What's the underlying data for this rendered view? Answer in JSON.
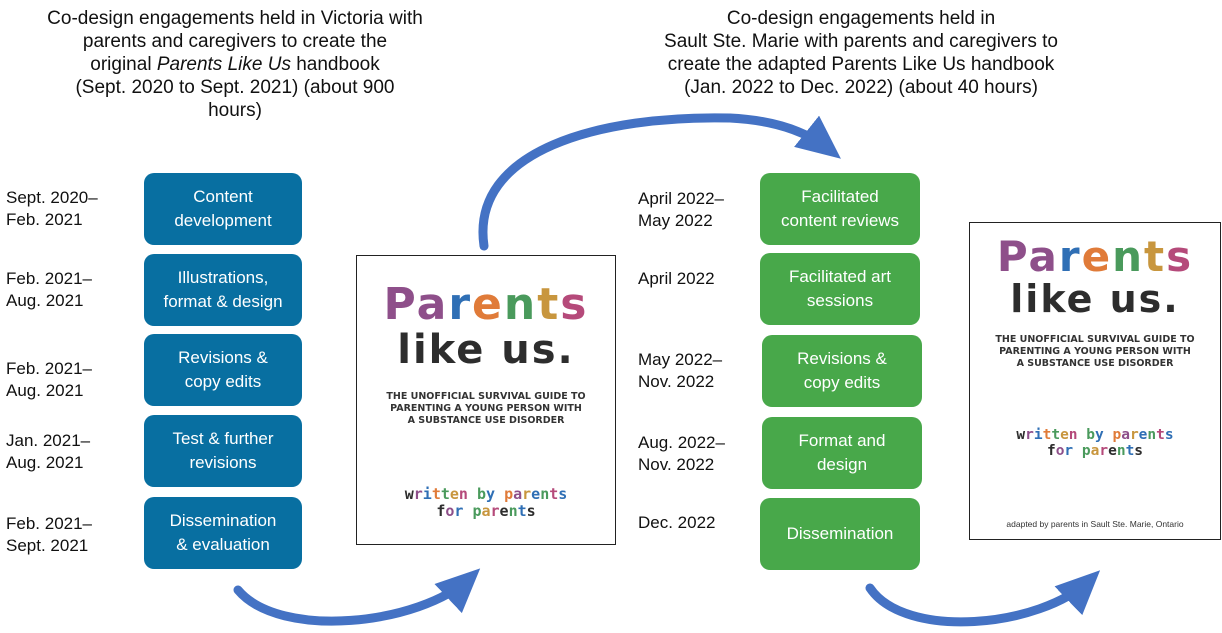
{
  "left_heading": {
    "line1": "Co-design engagements held in Victoria with",
    "line2": "parents and caregivers to create the",
    "line3_pre": "original ",
    "line3_italic": "Parents Like Us",
    "line3_post": " handbook",
    "line4": "(Sept. 2020 to Sept. 2021) (about 900",
    "line5": "hours)"
  },
  "right_heading": {
    "line1": "Co-design engagements held in",
    "line2": "Sault Ste. Marie with parents and caregivers to",
    "line3": "create the adapted Parents Like Us handbook",
    "line4": "(Jan. 2022 to Dec. 2022) (about 40 hours)"
  },
  "left_steps": [
    {
      "date1": "Sept. 2020–",
      "date2": "Feb. 2021",
      "label1": "Content",
      "label2": "development"
    },
    {
      "date1": "Feb. 2021–",
      "date2": "Aug. 2021",
      "label1": "Illustrations,",
      "label2": "format & design"
    },
    {
      "date1": "Feb. 2021–",
      "date2": "Aug. 2021",
      "label1": "Revisions &",
      "label2": "copy edits"
    },
    {
      "date1": "Jan. 2021–",
      "date2": "Aug. 2021",
      "label1": "Test & further",
      "label2": "revisions"
    },
    {
      "date1": "Feb. 2021–",
      "date2": "Sept. 2021",
      "label1": "Dissemination",
      "label2": "& evaluation"
    }
  ],
  "right_steps": [
    {
      "date1": "April 2022–",
      "date2": "May 2022",
      "label1": "Facilitated",
      "label2": "content reviews"
    },
    {
      "date1": "April 2022",
      "date2": "",
      "label1": "Facilitated art",
      "label2": "sessions"
    },
    {
      "date1": "May 2022–",
      "date2": "Nov. 2022",
      "label1": "Revisions &",
      "label2": "copy edits"
    },
    {
      "date1": "Aug. 2022–",
      "date2": "Nov. 2022",
      "label1": "Format and",
      "label2": "design"
    },
    {
      "date1": "Dec. 2022",
      "date2": "",
      "label1": "Dissemination",
      "label2": ""
    }
  ],
  "book_original": {
    "title_word1_letters": [
      "P",
      "a",
      "r",
      "e",
      "n",
      "t",
      "s"
    ],
    "title_word2": "like us.",
    "subtitle1": "THE UNOFFICIAL SURVIVAL GUIDE TO",
    "subtitle2": "PARENTING A YOUNG PERSON WITH",
    "subtitle3": "A SUBSTANCE USE DISORDER",
    "tagline1_letters": [
      "w",
      "r",
      "i",
      "t",
      "t",
      "e",
      "n",
      " ",
      "b",
      "y",
      " ",
      "p",
      "a",
      "r",
      "e",
      "n",
      "t",
      "s"
    ],
    "tagline2_letters": [
      "f",
      "o",
      "r",
      " ",
      "p",
      "a",
      "r",
      "e",
      "n",
      "t",
      "s"
    ]
  },
  "book_adapted": {
    "title_word1_letters": [
      "P",
      "a",
      "r",
      "e",
      "n",
      "t",
      "s"
    ],
    "title_word2": "like us.",
    "subtitle1": "THE UNOFFICIAL SURVIVAL GUIDE TO",
    "subtitle2": "PARENTING A YOUNG PERSON WITH",
    "subtitle3": "A SUBSTANCE USE DISORDER",
    "tagline1_letters": [
      "w",
      "r",
      "i",
      "t",
      "t",
      "e",
      "n",
      " ",
      "b",
      "y",
      " ",
      "p",
      "a",
      "r",
      "e",
      "n",
      "t",
      "s"
    ],
    "tagline2_letters": [
      "f",
      "o",
      "r",
      " ",
      "p",
      "a",
      "r",
      "e",
      "n",
      "t",
      "s"
    ],
    "footer": "adapted by parents in Sault Ste. Marie, Ontario"
  },
  "colors": {
    "blue_box": "#086fa1",
    "green_box": "#48a84a",
    "arrow": "#4472c4",
    "title_letters": [
      "#8e4f8a",
      "#8e4f8a",
      "#2f6fb5",
      "#e07b39",
      "#4a9a5c",
      "#c8963e",
      "#b54a7a"
    ],
    "tagline_letters": [
      "#2d2d2d",
      "#8e4f8a",
      "#2f6fb5",
      "#e07b39",
      "#4a9a5c",
      "#c8963e",
      "#b54a7a",
      "#2d2d2d",
      "#4a9a5c",
      "#2f6fb5",
      "#2d2d2d",
      "#e07b39",
      "#8e4f8a",
      "#c8963e",
      "#2f6fb5",
      "#4a9a5c",
      "#b54a7a",
      "#2f6fb5"
    ]
  }
}
